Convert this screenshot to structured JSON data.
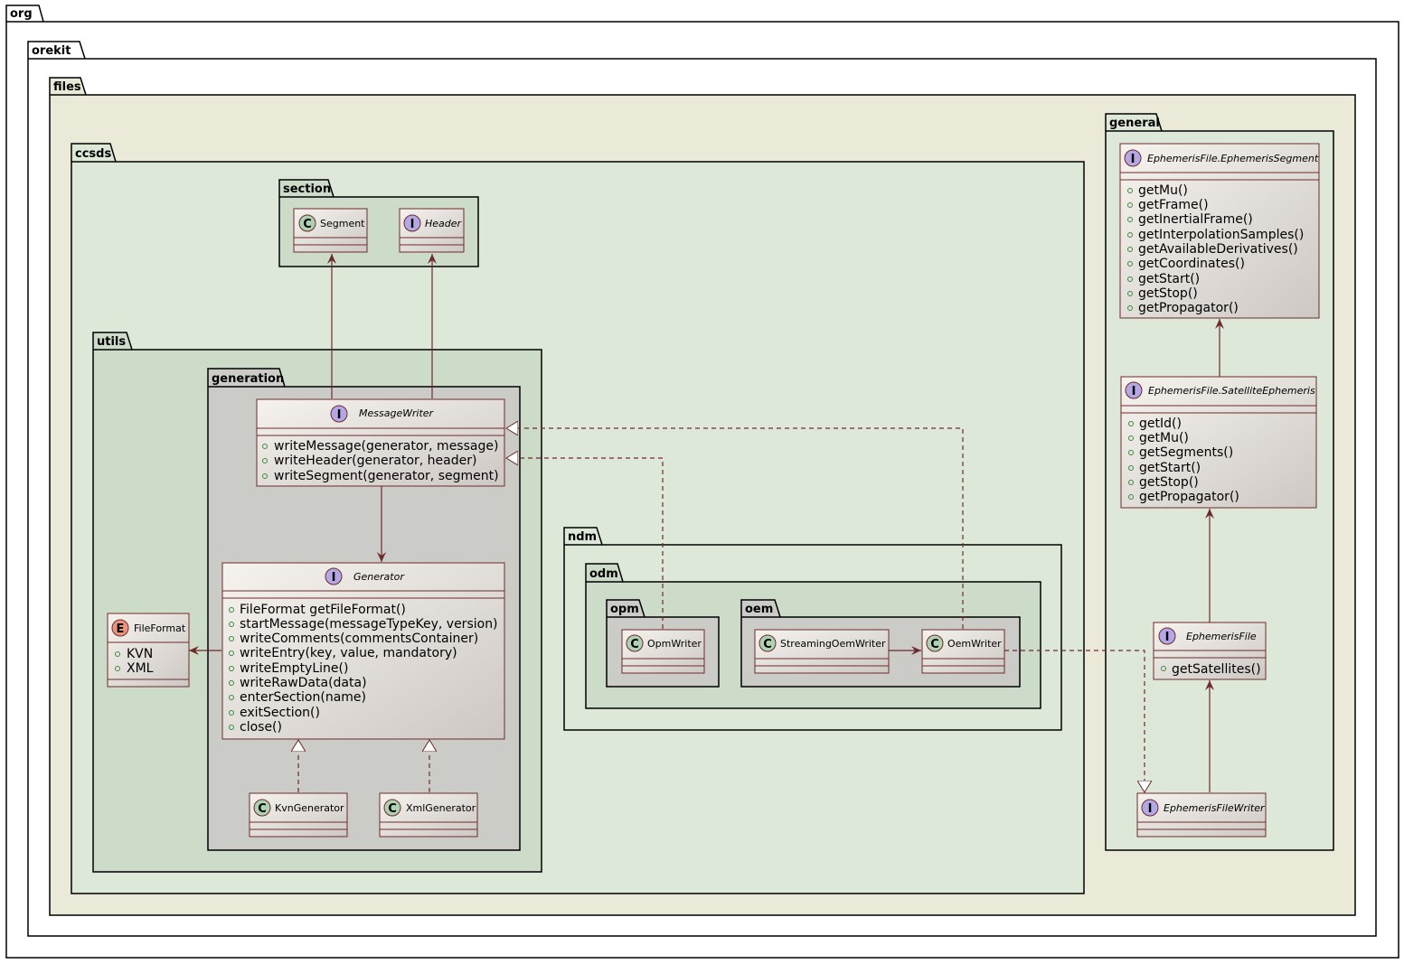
{
  "packages": {
    "org": "org",
    "orekit": "orekit",
    "files": "files",
    "ccsds": "ccsds",
    "section": "section",
    "utils": "utils",
    "generation": "generation",
    "ndm": "ndm",
    "odm": "odm",
    "opm": "opm",
    "oem": "oem",
    "general": "general"
  },
  "classes": {
    "segment": {
      "name": "Segment",
      "kind": "C"
    },
    "header": {
      "name": "Header",
      "kind": "I"
    },
    "message_writer": {
      "name": "MessageWriter",
      "kind": "I",
      "members": [
        "writeMessage(generator, message)",
        "writeHeader(generator, header)",
        "writeSegment(generator, segment)"
      ]
    },
    "generator": {
      "name": "Generator",
      "kind": "I",
      "members": [
        "FileFormat getFileFormat()",
        "startMessage(messageTypeKey, version)",
        "writeComments(commentsContainer)",
        "writeEntry(key, value, mandatory)",
        "writeEmptyLine()",
        "writeRawData(data)",
        "enterSection(name)",
        "exitSection()",
        "close()"
      ]
    },
    "file_format": {
      "name": "FileFormat",
      "kind": "E",
      "members": [
        "KVN",
        "XML"
      ]
    },
    "kvn_generator": {
      "name": "KvnGenerator",
      "kind": "C"
    },
    "xml_generator": {
      "name": "XmlGenerator",
      "kind": "C"
    },
    "opm_writer": {
      "name": "OpmWriter",
      "kind": "C"
    },
    "streaming_oem_writer": {
      "name": "StreamingOemWriter",
      "kind": "C"
    },
    "oem_writer": {
      "name": "OemWriter",
      "kind": "C"
    },
    "ephemeris_segment": {
      "name": "EphemerisFile.EphemerisSegment",
      "kind": "I",
      "members": [
        "getMu()",
        "getFrame()",
        "getInertialFrame()",
        "getInterpolationSamples()",
        "getAvailableDerivatives()",
        "getCoordinates()",
        "getStart()",
        "getStop()",
        "getPropagator()"
      ]
    },
    "satellite_ephemeris": {
      "name": "EphemerisFile.SatelliteEphemeris",
      "kind": "I",
      "members": [
        "getId()",
        "getMu()",
        "getSegments()",
        "getStart()",
        "getStop()",
        "getPropagator()"
      ]
    },
    "ephemeris_file": {
      "name": "EphemerisFile",
      "kind": "I",
      "members": [
        "getSatellites()"
      ]
    },
    "ephemeris_file_writer": {
      "name": "EphemerisFileWriter",
      "kind": "I"
    }
  },
  "colors": {
    "files_bg": "#ebe9d8",
    "ccsds_bg": "#dee8d9",
    "utils_bg": "#cddbc9",
    "generation_bg": "#cbcbc7",
    "ndm_bg": "#dee8d9",
    "odm_bg": "#cddbc9",
    "opm_bg": "#cbcbc7",
    "general_bg": "#dee8d9",
    "class_border": "#6e2b2b",
    "arrow": "#6e2b2b",
    "circle_class": "#add1b2",
    "circle_interface": "#b4a7e5",
    "circle_enum": "#eb937f"
  }
}
